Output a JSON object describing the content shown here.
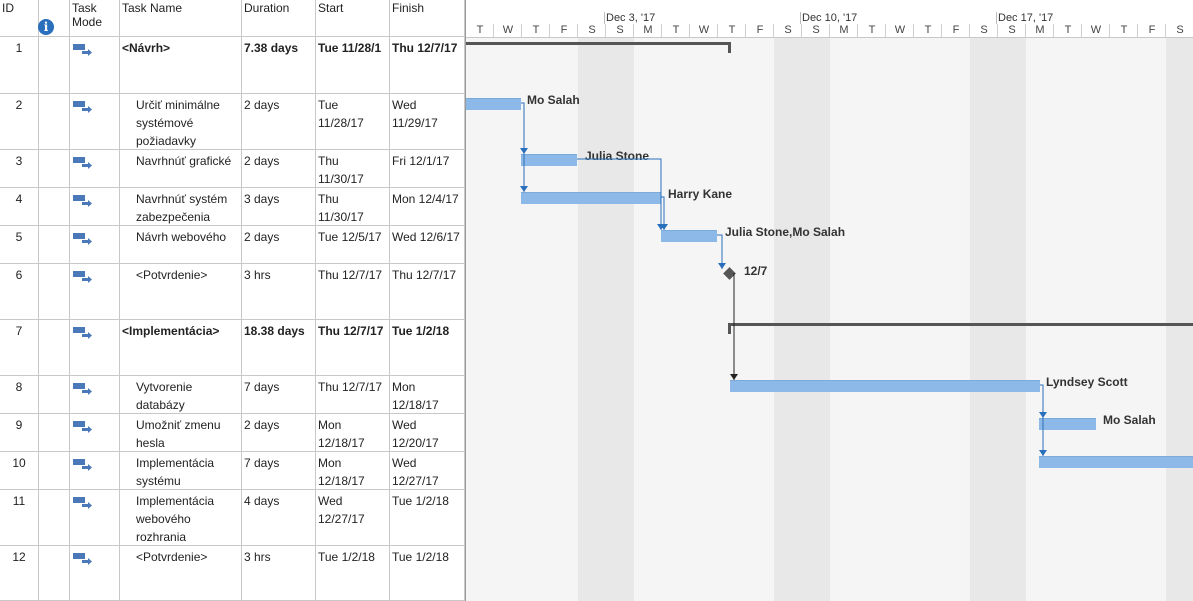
{
  "columns": {
    "id": "ID",
    "task_mode": "Task\nMode",
    "task_name": "Task Name",
    "duration": "Duration",
    "start": "Start",
    "finish": "Finish",
    "info_icon": "info-icon"
  },
  "tasks": [
    {
      "id": "1",
      "name": "<Návrh>",
      "duration": "7.38 days",
      "start": "Tue 11/28/1",
      "finish": "Thu 12/7/17",
      "summary": true
    },
    {
      "id": "2",
      "name": "Určiť minimálne systémové požiadavky",
      "duration": "2 days",
      "start": "Tue 11/28/17",
      "finish": "Wed 11/29/17",
      "summary": false,
      "resource": "Mo Salah"
    },
    {
      "id": "3",
      "name": "Navrhnúť grafické",
      "duration": "2 days",
      "start": "Thu 11/30/17",
      "finish": "Fri 12/1/17",
      "summary": false,
      "resource": "Julia Stone"
    },
    {
      "id": "4",
      "name": "Navrhnúť systém zabezpečenia",
      "duration": "3 days",
      "start": "Thu 11/30/17",
      "finish": "Mon 12/4/17",
      "summary": false,
      "resource": "Harry Kane"
    },
    {
      "id": "5",
      "name": "Návrh webového",
      "duration": "2 days",
      "start": "Tue 12/5/17",
      "finish": "Wed 12/6/17",
      "summary": false,
      "resource": "Julia Stone,Mo Salah"
    },
    {
      "id": "6",
      "name": "<Potvrdenie>",
      "duration": "3 hrs",
      "start": "Thu 12/7/17",
      "finish": "Thu 12/7/17",
      "summary": false,
      "milestone_label": "12/7"
    },
    {
      "id": "7",
      "name": "<Implementácia>",
      "duration": "18.38 days",
      "start": "Thu 12/7/17",
      "finish": "Tue 1/2/18",
      "summary": true
    },
    {
      "id": "8",
      "name": "Vytvorenie databázy",
      "duration": "7 days",
      "start": "Thu 12/7/17",
      "finish": "Mon 12/18/17",
      "summary": false,
      "resource": "Lyndsey Scott"
    },
    {
      "id": "9",
      "name": "Umožniť zmenu hesla",
      "duration": "2 days",
      "start": "Mon 12/18/17",
      "finish": "Wed 12/20/17",
      "summary": false,
      "resource": "Mo Salah"
    },
    {
      "id": "10",
      "name": "Implementácia systému",
      "duration": "7 days",
      "start": "Mon 12/18/17",
      "finish": "Wed 12/27/17",
      "summary": false
    },
    {
      "id": "11",
      "name": "Implementácia webového rozhrania",
      "duration": "4 days",
      "start": "Wed 12/27/17",
      "finish": "Tue 1/2/18",
      "summary": false
    },
    {
      "id": "12",
      "name": "<Potvrdenie>",
      "duration": "3 hrs",
      "start": "Tue 1/2/18",
      "finish": "Tue 1/2/18",
      "summary": false
    }
  ],
  "timescale": {
    "weeks": [
      "Dec 3, '17",
      "Dec 10, '17",
      "Dec 17, '17"
    ],
    "days": [
      "T",
      "W",
      "T",
      "F",
      "S",
      "S",
      "M",
      "T",
      "W",
      "T",
      "F",
      "S",
      "S",
      "M",
      "T",
      "W",
      "T",
      "F",
      "S",
      "S",
      "M",
      "T",
      "W",
      "T",
      "F",
      "S"
    ]
  },
  "colors": {
    "task_bar": "#8db9e8",
    "summary_bar": "#555555",
    "link": "#2a6fbb",
    "nonworking": "#e8e8e8"
  }
}
